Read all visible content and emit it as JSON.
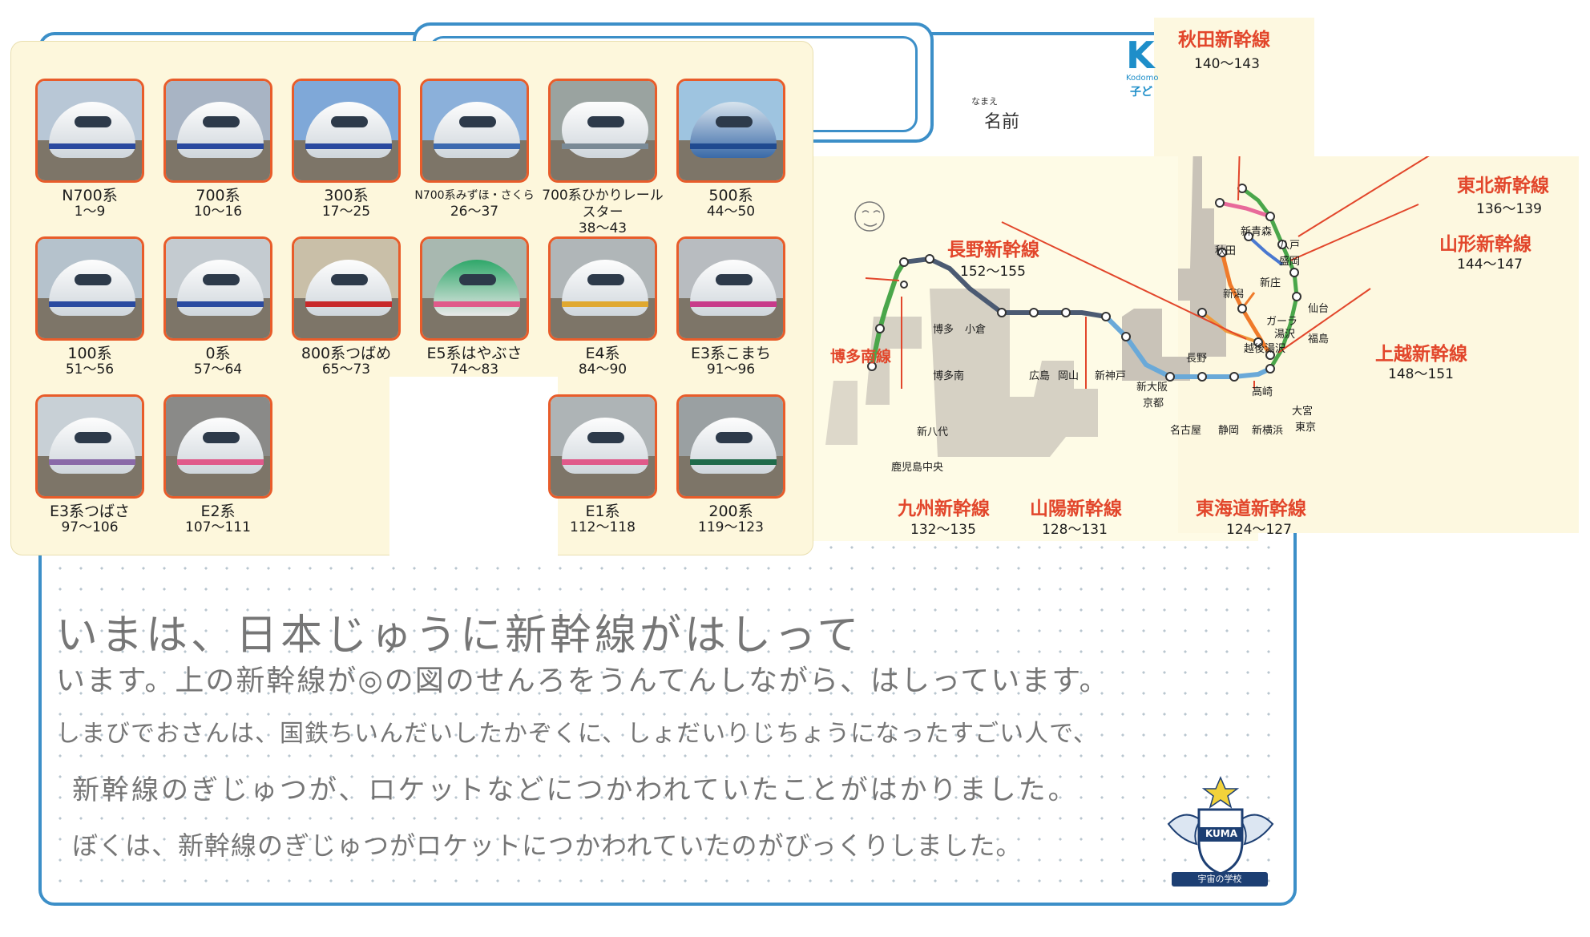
{
  "name_field": {
    "ruby": "なまえ",
    "label": "名前"
  },
  "logo": {
    "mark": "K",
    "brand": "Kodomo",
    "sub": "子ど"
  },
  "trains": [
    {
      "name": "N700系",
      "range": "1～9"
    },
    {
      "name": "700系",
      "range": "10～16"
    },
    {
      "name": "300系",
      "range": "17～25"
    },
    {
      "name": "N700系みずほ・さくら",
      "range": "26～37"
    },
    {
      "name": "700系ひかりレールスター",
      "range": "38～43"
    },
    {
      "name": "500系",
      "range": "44～50"
    },
    {
      "name": "100系",
      "range": "51～56"
    },
    {
      "name": "0系",
      "range": "57～64"
    },
    {
      "name": "800系つばめ",
      "range": "65～73"
    },
    {
      "name": "E5系はやぶさ",
      "range": "74～83"
    },
    {
      "name": "E4系",
      "range": "84～90"
    },
    {
      "name": "E3系こまち",
      "range": "91～96"
    },
    {
      "name": "E3系つばさ",
      "range": "97～106"
    },
    {
      "name": "E2系",
      "range": "107～111"
    },
    {
      "name": "E1系",
      "range": "112～118"
    },
    {
      "name": "200系",
      "range": "119～123"
    }
  ],
  "lines": {
    "akita": {
      "title": "秋田新幹線",
      "range": "140～143"
    },
    "tohoku": {
      "title": "東北新幹線",
      "range": "136～139"
    },
    "yamagata": {
      "title": "山形新幹線",
      "range": "144～147"
    },
    "nagano": {
      "title": "長野新幹線",
      "range": "152～155"
    },
    "joetsu": {
      "title": "上越新幹線",
      "range": "148～151"
    },
    "hakata_minami": {
      "title": "博多南線"
    },
    "kyushu": {
      "title": "九州新幹線",
      "range": "132～135"
    },
    "sanyo": {
      "title": "山陽新幹線",
      "range": "128～131"
    },
    "tokaido": {
      "title": "東海道新幹線",
      "range": "124～127"
    }
  },
  "stations": {
    "shin_aomori": "新青森",
    "akita": "秋田",
    "hachinohe": "八戸",
    "morioka": "盛岡",
    "shinjo": "新庄",
    "niigata": "新潟",
    "sendai": "仙台",
    "gala": "ガーラ",
    "yuzawa": "湯沢",
    "fukushima": "福島",
    "echigo_yuzawa": "越後湯沢",
    "nagano": "長野",
    "takasaki": "高崎",
    "omiya": "大宮",
    "tokyo": "東京",
    "hakata": "博多",
    "kokura": "小倉",
    "hakata_minami": "博多南",
    "hiroshima": "広島",
    "okayama": "岡山",
    "shin_kobe": "新神戸",
    "shin_osaka": "新大阪",
    "kyoto": "京都",
    "nagoya": "名古屋",
    "shizuoka": "静岡",
    "shin_yokohama": "新横浜",
    "shin_yatsushiro": "新八代",
    "kagoshima_chuo": "鹿児島中央"
  },
  "essay": [
    "いまは、日本じゅうに新幹線がはしって",
    "います。上の新幹線が◎の図のせんろをうんてんしながら、はしっています。",
    "しまびでおさんは、国鉄ちいんだいしたかぞくに、しょだいりじちょうになったすごい人で、",
    "新幹線のぎじゅつが、ロケットなどにつかわれていたことがはかりました。",
    "ぼくは、新幹線のぎじゅつがロケットにつかわれていたのがびっくりしました。"
  ],
  "emblem": {
    "text": "KUMA",
    "caption": "宇宙の学校"
  },
  "colors": {
    "frame": "#3c8fc8",
    "line_title": "#e2462b",
    "card_border": "#e85c2a"
  }
}
